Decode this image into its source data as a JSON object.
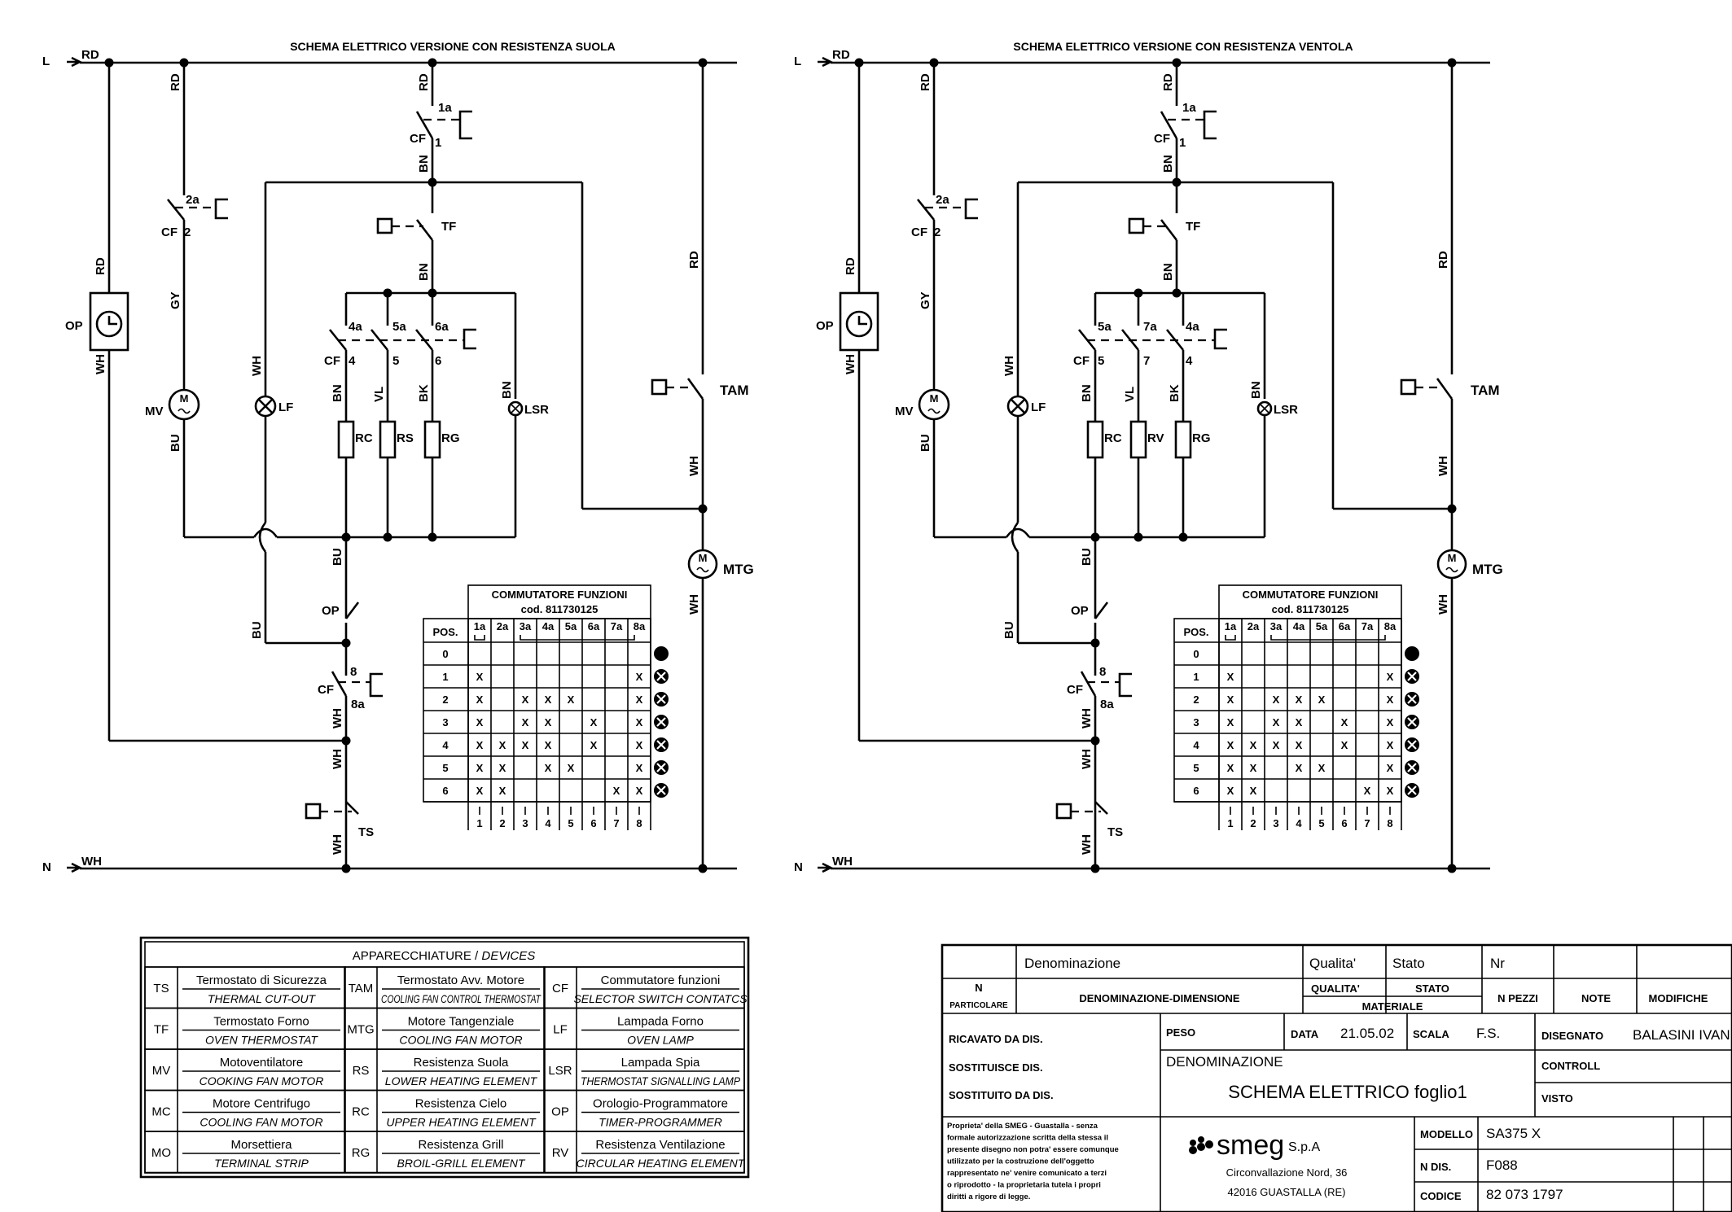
{
  "schematics": [
    {
      "title": "SCHEMA ELETTRICO VERSIONE CON RESISTENZA SUOLA",
      "line_L": "L",
      "line_N": "N",
      "wires": {
        "rd": "RD",
        "gy": "GY",
        "wh": "WH",
        "bn": "BN",
        "bu": "BU",
        "vl": "VL",
        "bk": "BK"
      },
      "components": {
        "op": "OP",
        "mv": "MV",
        "lf": "LF",
        "cf": "CF",
        "tf": "TF",
        "tam": "TAM",
        "mtg": "MTG",
        "lsr": "LSR",
        "ts": "TS",
        "r1": "RC",
        "r2": "RS",
        "r3": "RG"
      },
      "contacts": {
        "c1a": "1a",
        "c1": "1",
        "c2a": "2a",
        "c2": "2",
        "s1a": "4a",
        "s1": "4",
        "s2a": "5a",
        "s2": "5",
        "s3a": "6a",
        "s3": "6",
        "c8": "8",
        "c8a": "8a"
      },
      "table": {
        "title": "COMMUTATORE FUNZIONI",
        "code": "cod. 811730125",
        "pos_label": "POS.",
        "top_labels": [
          "1a",
          "2a",
          "3a",
          "4a",
          "5a",
          "6a",
          "7a",
          "8a"
        ],
        "bottom_labels": [
          "1",
          "2",
          "3",
          "4",
          "5",
          "6",
          "7",
          "8"
        ],
        "rows": [
          {
            "pos": "0",
            "marks": [
              "",
              "",
              "",
              "",
              "",
              "",
              "",
              ""
            ]
          },
          {
            "pos": "1",
            "marks": [
              "X",
              "",
              "",
              "",
              "",
              "",
              "",
              "X"
            ]
          },
          {
            "pos": "2",
            "marks": [
              "X",
              "",
              "X",
              "X",
              "X",
              "",
              "",
              "X"
            ]
          },
          {
            "pos": "3",
            "marks": [
              "X",
              "",
              "X",
              "X",
              "",
              "X",
              "",
              "X"
            ]
          },
          {
            "pos": "4",
            "marks": [
              "X",
              "X",
              "X",
              "X",
              "",
              "X",
              "",
              "X"
            ]
          },
          {
            "pos": "5",
            "marks": [
              "X",
              "X",
              "",
              "X",
              "X",
              "",
              "",
              "X"
            ]
          },
          {
            "pos": "6",
            "marks": [
              "X",
              "X",
              "",
              "",
              "",
              "",
              "X",
              "X"
            ]
          }
        ],
        "icons": [
          "knob-icon",
          "fan-icon",
          "top-element-icon",
          "top-bottom-element-icon",
          "fan-element-icon",
          "fan-grill-icon",
          "fan-grill-full-icon"
        ]
      }
    },
    {
      "title": "SCHEMA ELETTRICO VERSIONE CON RESISTENZA VENTOLA",
      "line_L": "L",
      "line_N": "N",
      "wires": {
        "rd": "RD",
        "gy": "GY",
        "wh": "WH",
        "bn": "BN",
        "bu": "BU",
        "vl": "VL",
        "bk": "BK"
      },
      "components": {
        "op": "OP",
        "mv": "MV",
        "lf": "LF",
        "cf": "CF",
        "tf": "TF",
        "tam": "TAM",
        "mtg": "MTG",
        "lsr": "LSR",
        "ts": "TS",
        "r1": "RC",
        "r2": "RV",
        "r3": "RG"
      },
      "contacts": {
        "c1a": "1a",
        "c1": "1",
        "c2a": "2a",
        "c2": "2",
        "s1a": "5a",
        "s1": "5",
        "s2a": "7a",
        "s2": "7",
        "s3a": "4a",
        "s3": "4",
        "c8": "8",
        "c8a": "8a"
      },
      "table": {
        "title": "COMMUTATORE FUNZIONI",
        "code": "cod. 811730125",
        "pos_label": "POS.",
        "top_labels": [
          "1a",
          "2a",
          "3a",
          "4a",
          "5a",
          "6a",
          "7a",
          "8a"
        ],
        "bottom_labels": [
          "1",
          "2",
          "3",
          "4",
          "5",
          "6",
          "7",
          "8"
        ],
        "rows": [
          {
            "pos": "0",
            "marks": [
              "",
              "",
              "",
              "",
              "",
              "",
              "",
              ""
            ]
          },
          {
            "pos": "1",
            "marks": [
              "X",
              "",
              "",
              "",
              "",
              "",
              "",
              "X"
            ]
          },
          {
            "pos": "2",
            "marks": [
              "X",
              "",
              "X",
              "X",
              "X",
              "",
              "",
              "X"
            ]
          },
          {
            "pos": "3",
            "marks": [
              "X",
              "",
              "X",
              "X",
              "",
              "X",
              "",
              "X"
            ]
          },
          {
            "pos": "4",
            "marks": [
              "X",
              "X",
              "X",
              "X",
              "",
              "X",
              "",
              "X"
            ]
          },
          {
            "pos": "5",
            "marks": [
              "X",
              "X",
              "",
              "X",
              "X",
              "",
              "",
              "X"
            ]
          },
          {
            "pos": "6",
            "marks": [
              "X",
              "X",
              "",
              "",
              "",
              "",
              "X",
              "X"
            ]
          }
        ],
        "icons": [
          "knob-icon",
          "fan-icon",
          "top-element-icon",
          "top-bottom-element-icon",
          "fan-element-icon",
          "fan-grill-icon",
          "fan-grill-full-icon"
        ]
      }
    }
  ],
  "devices": {
    "title": "APPARECCHIATURE",
    "title_en": "DEVICES",
    "items": [
      {
        "code": "TS",
        "it": "Termostato di Sicurezza",
        "en": "THERMAL CUT-OUT"
      },
      {
        "code": "TF",
        "it": "Termostato Forno",
        "en": "OVEN THERMOSTAT"
      },
      {
        "code": "MV",
        "it": "Motoventilatore",
        "en": "COOKING FAN MOTOR"
      },
      {
        "code": "MC",
        "it": "Motore Centrifugo",
        "en": "COOLING FAN MOTOR"
      },
      {
        "code": "MO",
        "it": "Morsettiera",
        "en": "TERMINAL STRIP"
      },
      {
        "code": "TAM",
        "it": "Termostato Avv. Motore",
        "en": "COOLING FAN CONTROL THERMOSTAT"
      },
      {
        "code": "MTG",
        "it": "Motore Tangenziale",
        "en": "COOLING FAN MOTOR"
      },
      {
        "code": "RS",
        "it": "Resistenza Suola",
        "en": "LOWER HEATING ELEMENT"
      },
      {
        "code": "RC",
        "it": "Resistenza Cielo",
        "en": "UPPER HEATING ELEMENT"
      },
      {
        "code": "RG",
        "it": "Resistenza Grill",
        "en": "BROIL-GRILL ELEMENT"
      },
      {
        "code": "CF",
        "it": "Commutatore funzioni",
        "en": "SELECTOR SWITCH CONTATCS"
      },
      {
        "code": "LF",
        "it": "Lampada Forno",
        "en": "OVEN LAMP"
      },
      {
        "code": "LSR",
        "it": "Lampada Spia",
        "en": "THERMOSTAT SIGNALLING LAMP"
      },
      {
        "code": "OP",
        "it": "Orologio-Programmatore",
        "en": "TIMER-PROGRAMMER"
      },
      {
        "code": "RV",
        "it": "Resistenza Ventilazione",
        "en": "CIRCULAR HEATING ELEMENT"
      }
    ]
  },
  "title_block": {
    "denominazione_hdr": "Denominazione",
    "qualita_hdr": "Qualita'",
    "stato_hdr": "Stato",
    "nr_hdr": "Nr",
    "n_label": "N",
    "particolare": "PARTICOLARE",
    "denom_dim": "DENOMINAZIONE-DIMENSIONE",
    "qualita2": "QUALITA'",
    "stato2": "STATO",
    "materiale": "MATERIALE",
    "n_pezzi": "N PEZZI",
    "note": "NOTE",
    "modifiche": "MODIFICHE",
    "ricavato": "RICAVATO DA DIS.",
    "sostituisce": "SOSTITUISCE DIS.",
    "sostituito": "SOSTITUITO DA DIS.",
    "peso": "PESO",
    "data_label": "DATA",
    "data_value": "21.05.02",
    "scala_label": "SCALA",
    "scala_value": "F.S.",
    "disegnato_label": "DISEGNATO",
    "disegnato_value": "BALASINI IVAN",
    "controll": "CONTROLL",
    "visto": "VISTO",
    "denominazione2": "DENOMINAZIONE",
    "drawing_title": "SCHEMA ELETTRICO foglio1",
    "legal": [
      "Proprieta' della SMEG - Guastalla - senza",
      "formale autorizzazione scritta della stessa il",
      "presente disegno non potra' essere comunque",
      "utilizzato per la costruzione dell'oggetto",
      "rappresentato ne' venire comunicato a terzi",
      "o riprodotto - la proprietaria tutela i propri",
      "diritti a rigore di legge."
    ],
    "company_logo": "smeg",
    "company_suffix": "S.p.A",
    "address1": "Circonvallazione Nord, 36",
    "address2": "42016 GUASTALLA (RE)",
    "modello_label": "MODELLO",
    "modello_value": "SA375 X",
    "ndis_label": "N DIS.",
    "ndis_value": "F088",
    "codice_label": "CODICE",
    "codice_value": "82 073 1797"
  }
}
